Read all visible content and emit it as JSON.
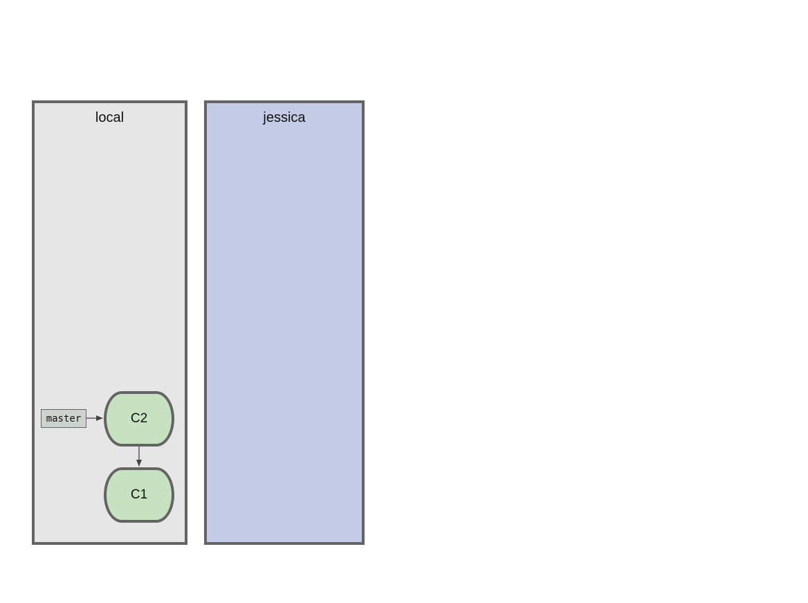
{
  "panels": {
    "local": {
      "title": "local"
    },
    "jessica": {
      "title": "jessica"
    }
  },
  "commits": {
    "c2": {
      "label": "C2"
    },
    "c1": {
      "label": "C1"
    }
  },
  "branches": {
    "master": {
      "label": "master"
    }
  },
  "colors": {
    "local_bg": "#e6e6e6",
    "jessica_bg": "#c4cbe6",
    "commit_fill": "#c6e2c1",
    "branch_fill": "#ccd3cc",
    "border": "#646464"
  }
}
